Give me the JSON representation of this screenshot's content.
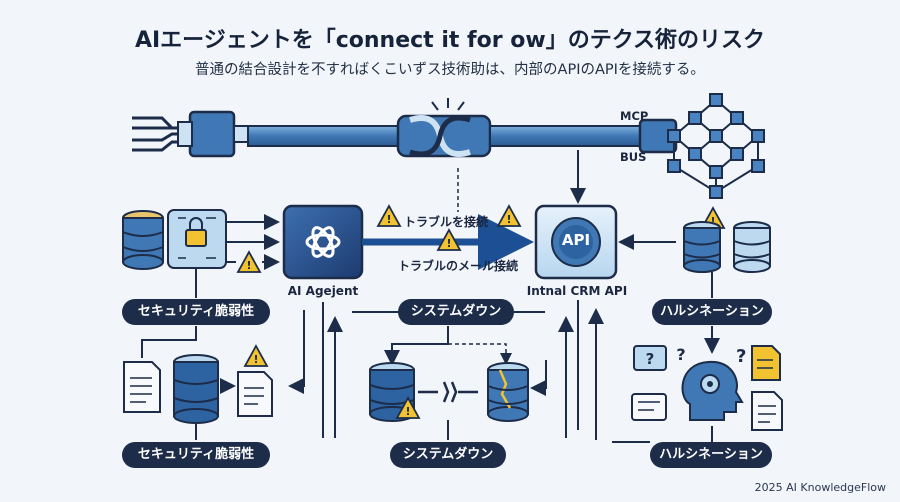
{
  "title": "AIエージェントを「connect it for ow」のテクス術のリスク",
  "subtitle": "普通の結合設計を不すればくこいずス技術助は、内部のAPIのAPIを接続する。",
  "top_labels": {
    "mcp": "MCP",
    "bus": "BUS"
  },
  "nodes": {
    "ai_agent": "AI Agejent",
    "api_badge": "API",
    "crm": "Intnal CRM API"
  },
  "edge_labels": {
    "trouble_connect": "トラブルを接続",
    "trouble_mail": "トラブルのメール接続"
  },
  "risk_badges": {
    "left_top": "セキュリティ脆弱性",
    "mid_top": "システムダウン",
    "right_top": "ハルシネーション",
    "left_bottom": "セキュリティ脆弱性",
    "mid_bottom": "システムダウン",
    "right_bottom": "ハルシネーション"
  },
  "footer": "2025 AI KnowledgeFlow",
  "colors": {
    "navy": "#1c2c49",
    "blue": "#3f78b4",
    "light_blue": "#bcd9ef",
    "warning": "#f2c230"
  }
}
